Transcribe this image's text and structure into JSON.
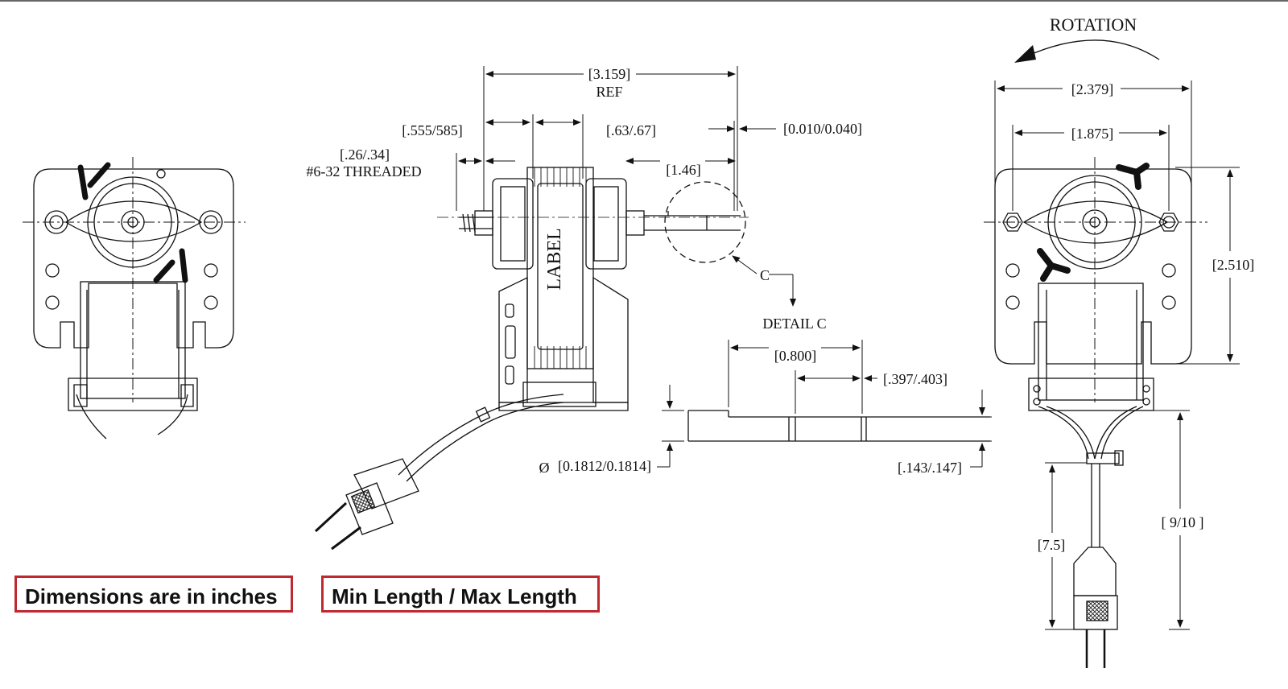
{
  "notes": {
    "units": "Dimensions are in inches",
    "tolerance": "Min Length / Max Length"
  },
  "labels": {
    "rotation": "ROTATION",
    "coil_label": "LABEL",
    "detail_callout": "C",
    "detail_title": "DETAIL C",
    "thread": "#6-32 THREADED"
  },
  "dimensions": {
    "overall_ref": "[3.159]",
    "ref": "REF",
    "d555_585": "[.555/585]",
    "d63_67": "[.63/.67]",
    "d010_040": "[0.010/0.040]",
    "d26_34": "[.26/.34]",
    "d146": "[1.46]",
    "d0800": "[0.800]",
    "d397_403": "[.397/.403]",
    "diameter_symbol": "Ø",
    "shaft_dia": "[0.1812/0.1814]",
    "d143_147": "[.143/.147]",
    "d2379": "[2.379]",
    "d1875": "[1.875]",
    "d2510": "[2.510]",
    "d9_10": "[ 9/10 ]",
    "d75": "[7.5]"
  }
}
